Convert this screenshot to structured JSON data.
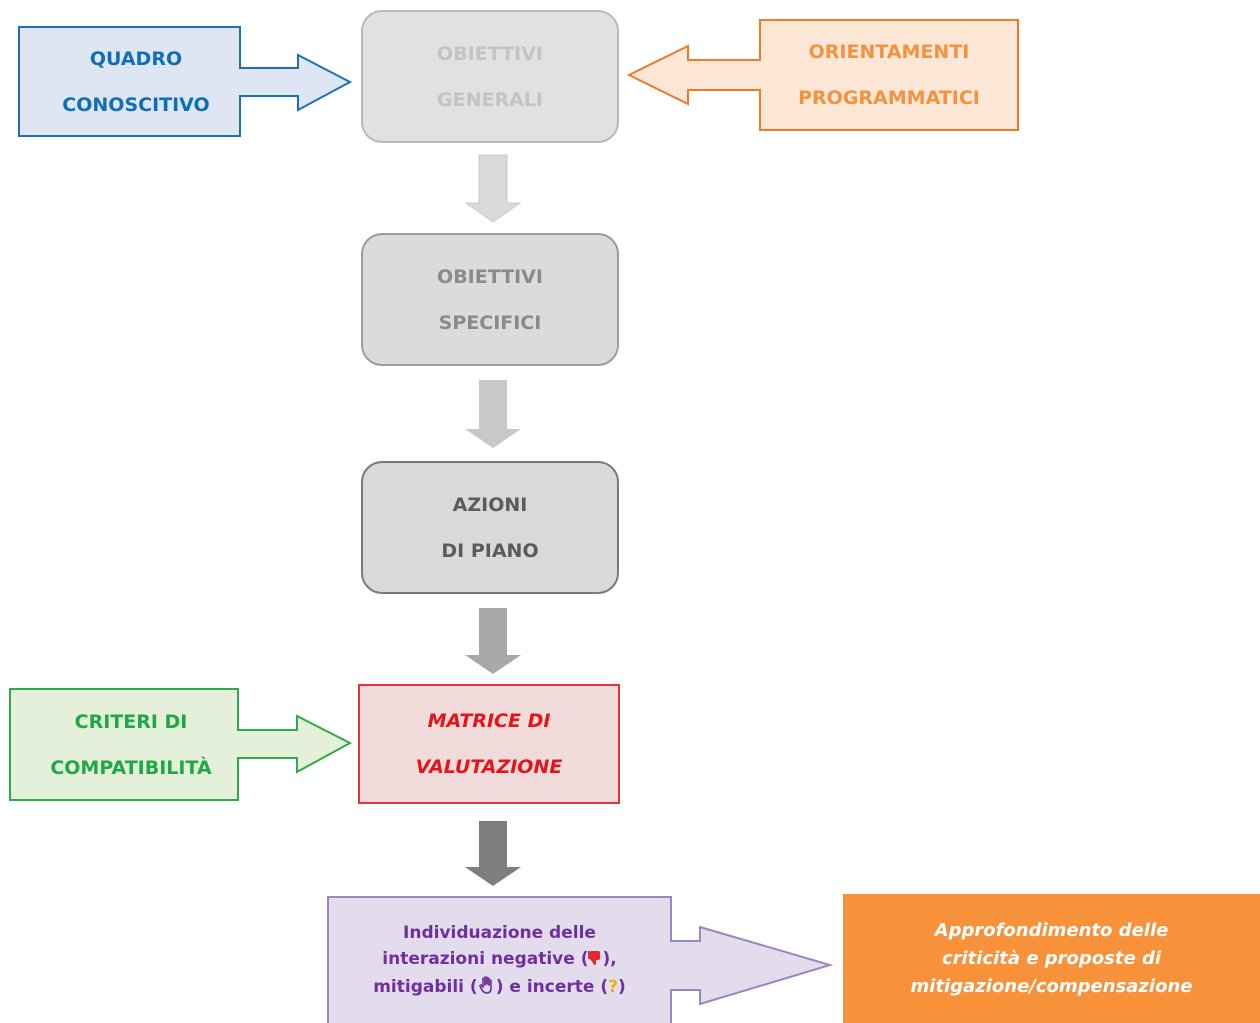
{
  "colors": {
    "gray_text_light": "#c3c3c3",
    "gray_text_mid": "#8a8a8a",
    "gray_text_dark": "#5b5b5b",
    "blue": "#0f6eb8",
    "orange": "#f2933f",
    "green": "#1fa844",
    "red": "#e3141c",
    "purple": "#6f2f9e",
    "white": "#ffffff"
  },
  "nodes": {
    "quadro": {
      "line1": "QUADRO",
      "line2": "CONOSCITIVO"
    },
    "orientamenti": {
      "line1": "ORIENTAMENTI",
      "line2": "PROGRAMMATICI"
    },
    "obiettivi_generali": {
      "line1": "OBIETTIVI",
      "line2": "GENERALI"
    },
    "obiettivi_specifici": {
      "line1": "OBIETTIVI",
      "line2": "SPECIFICI"
    },
    "azioni": {
      "line1": "AZIONI",
      "line2": "DI PIANO"
    },
    "criteri": {
      "line1": "CRITERI DI",
      "line2": "COMPATIBILITÀ"
    },
    "matrice": {
      "line1": "MATRICE DI",
      "line2": "VALUTAZIONE"
    },
    "individuazione": {
      "line1": "Individuazione delle",
      "line2_pre": "interazioni negative (",
      "line2_post": "),",
      "line3_a": "mitigabili (",
      "line3_b": ") e incerte (",
      "line3_c": ")",
      "question_mark": "?",
      "negative_icon": "thumbs-down-icon",
      "mitigable_icon": "raised-hand-icon"
    },
    "approfondimento": {
      "line1": "Approfondimento delle",
      "line2": "criticità e proposte di",
      "line3": "mitigazione/compensazione"
    }
  }
}
